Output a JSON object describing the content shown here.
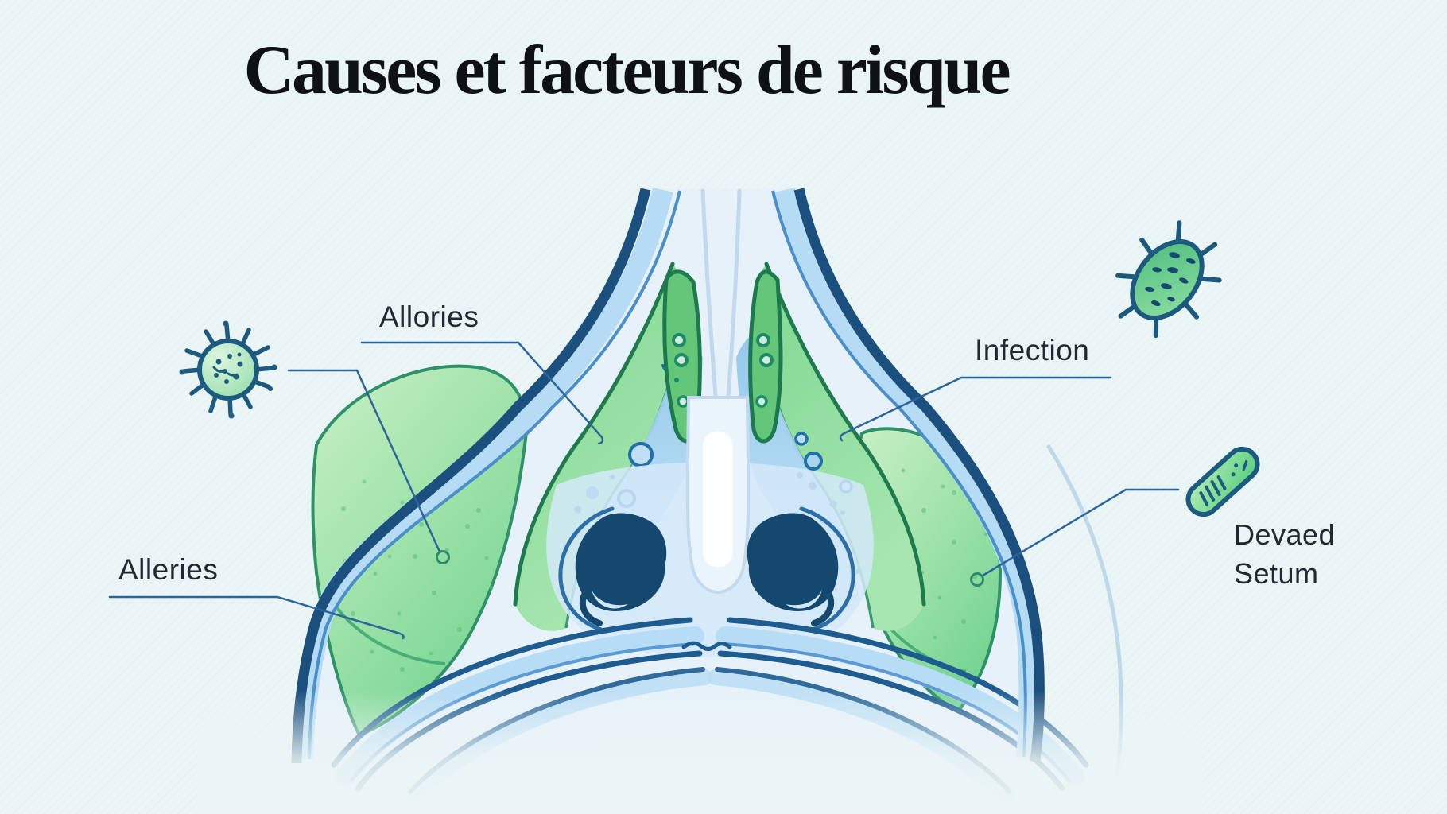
{
  "title": "Causes et facteurs de risque",
  "labels": {
    "allergies_top": "Allories",
    "allergies_left": "Alleries",
    "infection": "Infection",
    "deviated_septum_line1": "Devaed",
    "deviated_septum_line2": "Setum"
  },
  "icons": [
    "virus-icon",
    "bacterium-icon",
    "bacillus-icon"
  ],
  "colors": {
    "background": "#ebf5f5",
    "outline_navy": "#1a4f7e",
    "light_blue_band": "#b5dcf4",
    "mid_blue_line": "#4a8fc9",
    "passage_blue": "#9fcdec",
    "bubble_outline": "#1f6fa8",
    "sinus_green": "#8fdc9e",
    "green_outline_teal": "#2f9168",
    "green_outline_dark": "#1f7a4e",
    "pointer_line": "#2b659b",
    "label_text": "#212830",
    "title_text": "#0e1216"
  }
}
